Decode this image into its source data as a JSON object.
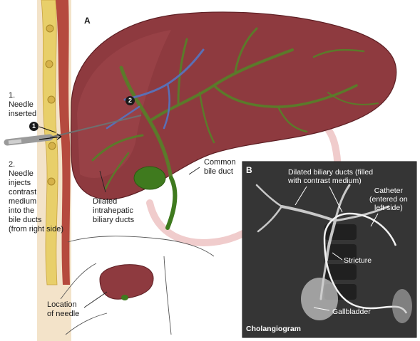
{
  "panel_a": {
    "letter": "A",
    "labels": {
      "step1_number": "1.",
      "step1_text": "Needle\ninserted",
      "step2_number": "2.",
      "step2_text": "Needle\ninjects\ncontrast\nmedium\ninto the\nbile ducts\n(from right side)",
      "common_bile_duct": "Common\nbile duct",
      "dilated_intrahepatic": "Dilated\nintrahepatic\nbiliary ducts",
      "location_of_needle": "Location\nof needle"
    },
    "badges": {
      "one": "1",
      "two": "2"
    }
  },
  "panel_b": {
    "letter": "B",
    "caption": "Cholangiogram",
    "labels": {
      "dilated_biliary": "Dilated biliary ducts (filled\nwith contrast medium)",
      "catheter": "Catheter\n(entered on\nleft side)",
      "stricture": "Stricture",
      "gallbladder": "Gallbladder"
    }
  },
  "colors": {
    "liver": "#8e3a3f",
    "liver_dark": "#6a2329",
    "duct_green": "#5b7a2a",
    "duct_blue": "#5a6fb5",
    "skin_fat": "#e8cf6a",
    "xray_bg": "#2a2a2a"
  }
}
